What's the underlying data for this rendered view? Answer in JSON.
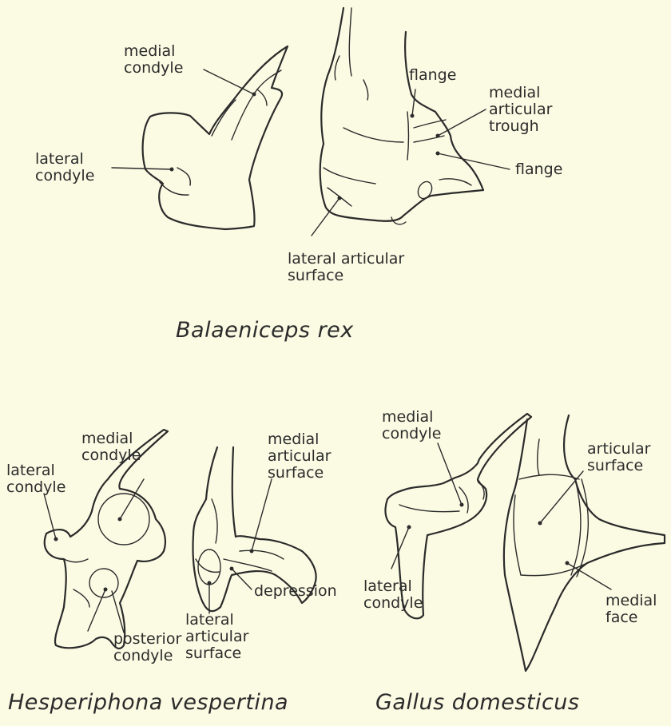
{
  "labels": {
    "balaeniceps_medial_condyle": [
      "medial",
      "condyle"
    ],
    "balaeniceps_lateral_condyle": [
      "lateral",
      "condyle"
    ],
    "balaeniceps_flange_top": [
      "flange"
    ],
    "balaeniceps_medial_trough": [
      "medial",
      "articular",
      "trough"
    ],
    "balaeniceps_flange_right": [
      "flange"
    ],
    "balaeniceps_lateral_surface": [
      "lateral articular",
      "surface"
    ],
    "hesperiphona_medial_condyle": [
      "medial",
      "condyle"
    ],
    "hesperiphona_lateral_condyle": [
      "lateral",
      "condyle"
    ],
    "hesperiphona_posterior_condyle": [
      "posterior",
      "condyle"
    ],
    "hesperiphona_medial_surface": [
      "medial",
      "articular",
      "surface"
    ],
    "hesperiphona_depression": [
      "depression"
    ],
    "hesperiphona_lateral_surface": [
      "lateral",
      "articular",
      "surface"
    ],
    "gallus_medial_condyle": [
      "medial",
      "condyle"
    ],
    "gallus_lateral_condyle": [
      "lateral",
      "condyle"
    ],
    "gallus_articular_surface": [
      "articular",
      "surface"
    ],
    "gallus_medial_face": [
      "medial",
      "face"
    ]
  },
  "captions": {
    "balaeniceps": "Balaeniceps   rex",
    "hesperiphona": "Hesperiphona  vespertina",
    "gallus": "Gallus   domesticus"
  }
}
